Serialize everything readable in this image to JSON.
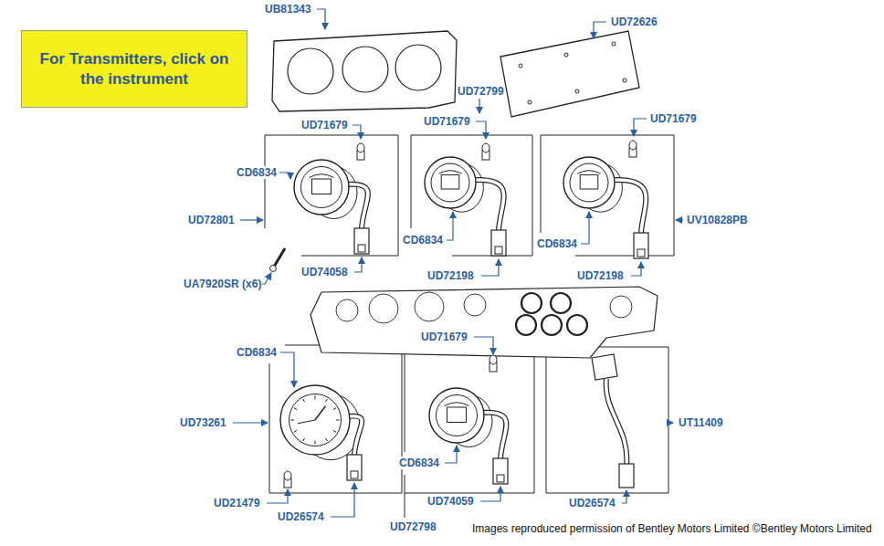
{
  "diagram": {
    "caption": "Images reproduced permission of Bentley Motors Limited ©Bentley Motors Limited",
    "nodes": [
      {
        "text": [
          "For Transmitters, click on the instrument"
        ]
      }
    ],
    "labels": [
      "UB81343",
      "UD72626",
      "UD72799",
      "UD71679",
      "UD71679",
      "UD71679",
      "CD6834",
      "UD72801",
      "UV10828PB",
      "CD6834",
      "CD6834",
      "UD74058",
      "UD72198",
      "UD72198",
      "UA7920SR (x6)",
      "UD71679",
      "CD6834",
      "UD73261",
      "UT11409",
      "CD6834",
      "UD21479",
      "UD74059",
      "UD26574",
      "UD26574",
      "UD72798"
    ]
  }
}
